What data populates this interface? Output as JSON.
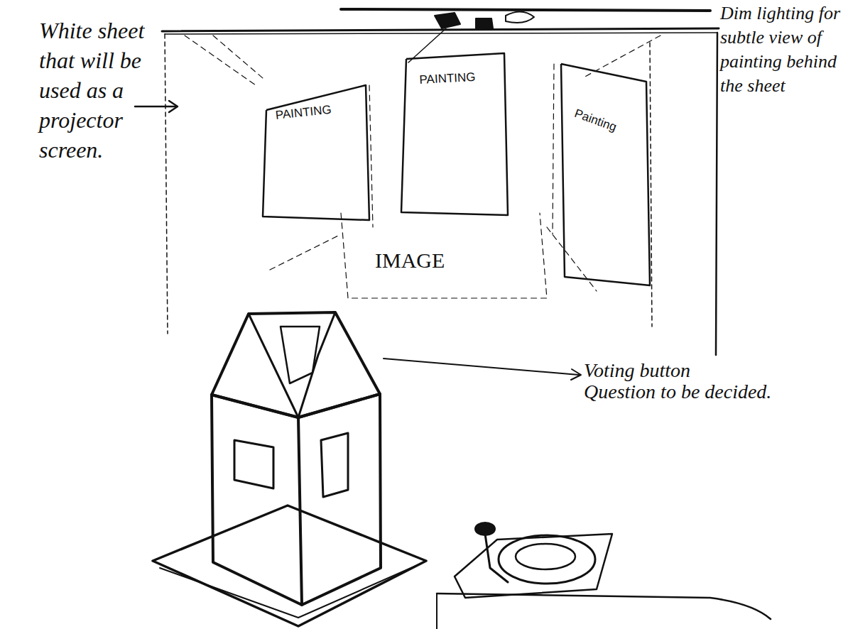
{
  "diagram": {
    "nodes": [
      {
        "text": [
          "PAINTING"
        ]
      },
      {
        "text": [
          "PAINTING"
        ]
      },
      {
        "text": [
          "Painting"
        ]
      }
    ],
    "labels": [
      "Dim lighting for subtle view of painting behind the sheet",
      "White sheet that will be used as a projector screen.",
      "IMAGE",
      "Voting button",
      "Question to be decided."
    ]
  }
}
